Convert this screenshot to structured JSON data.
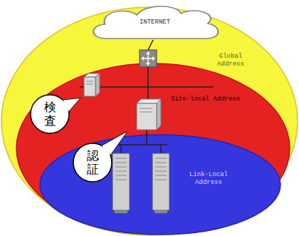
{
  "diagram": {
    "nodes": [
      {
        "text": [
          "Global Address"
        ]
      },
      {
        "text": [
          "Site-local Address"
        ],
        "in": 0
      },
      {
        "text": [
          "Link-Local Address"
        ],
        "in": 1
      },
      {
        "text": [
          "INTERNET"
        ],
        "in": 0
      },
      {
        "text": [
          "検査"
        ],
        "in": 1
      },
      {
        "text": [
          "認証"
        ],
        "in": 2
      }
    ]
  }
}
